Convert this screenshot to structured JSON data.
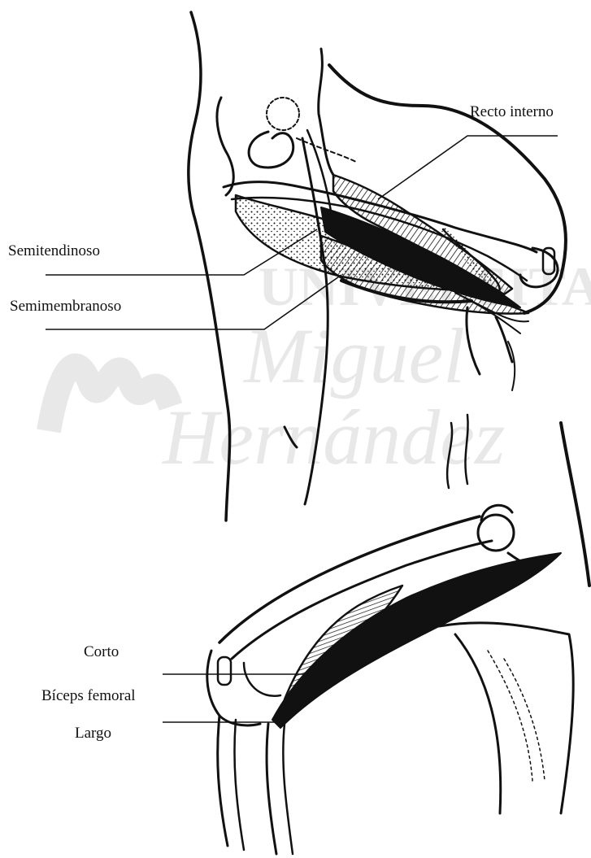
{
  "labels": {
    "recto_interno": "Recto interno",
    "semitendinoso": "Semitendinoso",
    "semimembranoso": "Semimembranoso",
    "corto": "Corto",
    "biceps_femoral": "Bíceps femoral",
    "largo": "Largo"
  },
  "watermark": {
    "line1": "UNIVERSITAS",
    "line2": "Miguel",
    "line3": "Hernández"
  },
  "colors": {
    "ink": "#111111",
    "watermark": "#e6e6e6"
  }
}
